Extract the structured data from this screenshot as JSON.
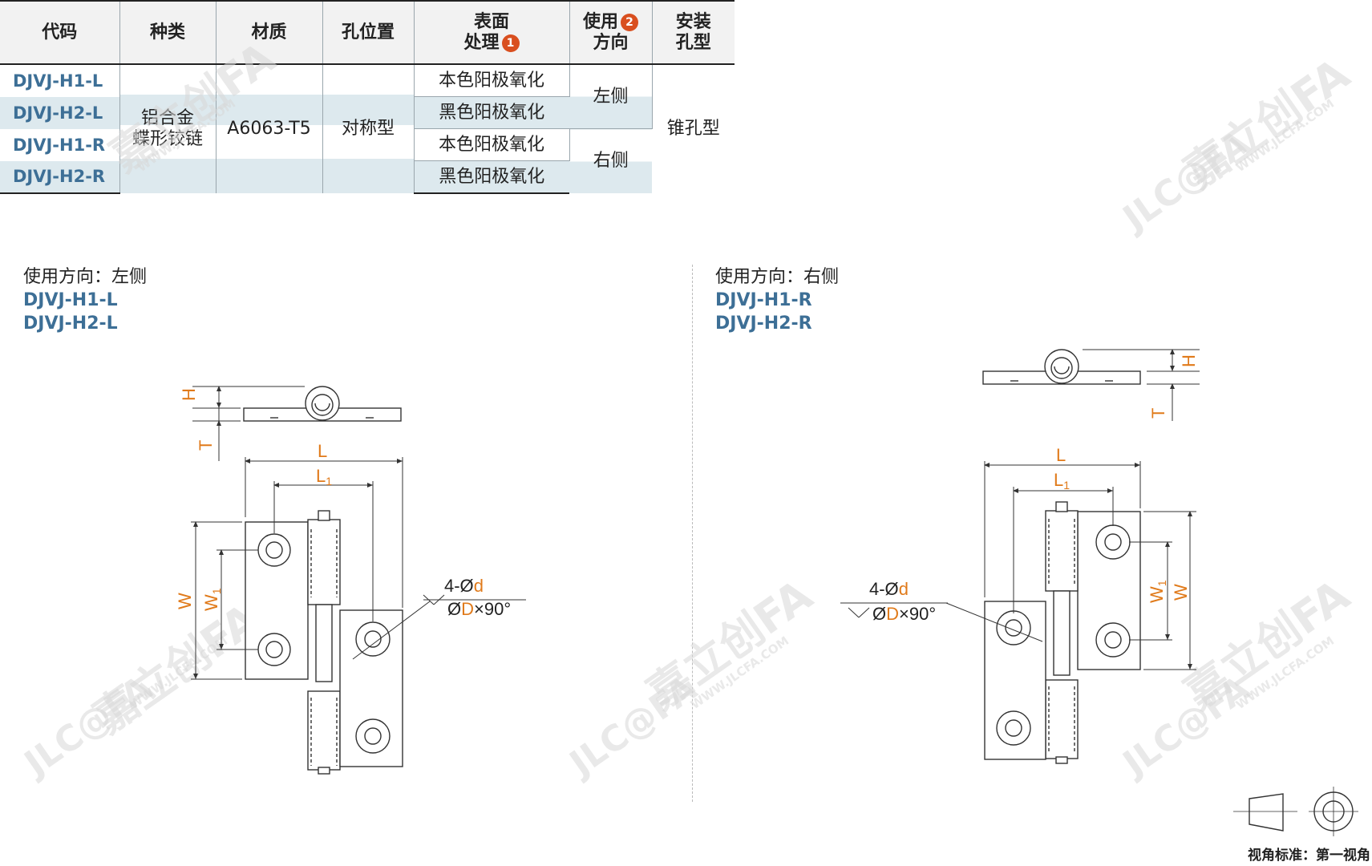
{
  "table": {
    "headers": {
      "code": "代码",
      "type": "种类",
      "material": "材质",
      "hole_position": "孔位置",
      "surface_l1": "表面",
      "surface_l2": "处理",
      "surface_badge": "1",
      "direction_l1": "使用",
      "direction_l2": "方向",
      "direction_badge": "2",
      "mount_l1": "安装",
      "mount_l2": "孔型"
    },
    "codes": [
      "DJVJ-H1-L",
      "DJVJ-H2-L",
      "DJVJ-H1-R",
      "DJVJ-H2-R"
    ],
    "type_l1": "铝合金",
    "type_l2": "蝶形铰链",
    "material": "A6063-T5",
    "hole_position": "对称型",
    "surfaces": [
      "本色阳极氧化",
      "黑色阳极氧化",
      "本色阳极氧化",
      "黑色阳极氧化"
    ],
    "direction_left": "左侧",
    "direction_right": "右侧",
    "mount": "锥孔型"
  },
  "left_section": {
    "label": "使用方向：左侧",
    "codes": [
      "DJVJ-H1-L",
      "DJVJ-H2-L"
    ]
  },
  "right_section": {
    "label": "使用方向：右侧",
    "codes": [
      "DJVJ-H1-R",
      "DJVJ-H2-R"
    ]
  },
  "dims": {
    "H": "H",
    "T": "T",
    "L": "L",
    "L1": "L",
    "L1_sub": "1",
    "W": "W",
    "W1": "W",
    "W1_sub": "1",
    "hole_prefix": "4-Ø",
    "hole_d": "d",
    "csk_prefix": "Ø",
    "csk_D": "D",
    "csk_suffix": "×90°"
  },
  "view_caption": "视角标准：第一视角",
  "watermark": {
    "brand": "JLC@FA",
    "cn": "嘉立创FA",
    "url": "WWW.JLCFA.COM"
  },
  "colors": {
    "code_blue": "#3d6f96",
    "dim_orange": "#e07a1a",
    "badge_red": "#d94f1f",
    "row_shade": "#dde9ee"
  }
}
